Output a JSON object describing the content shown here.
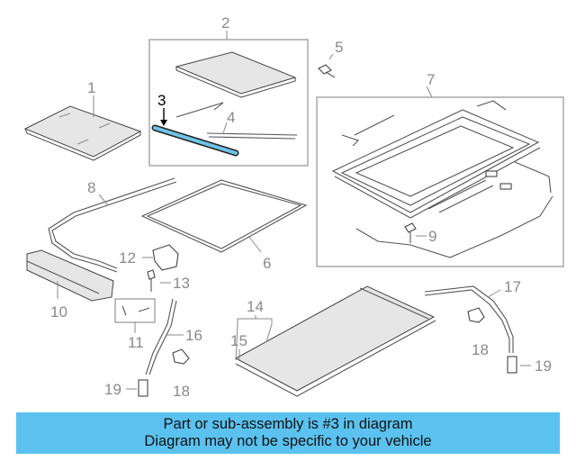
{
  "diagram": {
    "callouts": {
      "c1": "1",
      "c2": "2",
      "c3": "3",
      "c4": "4",
      "c5": "5",
      "c6": "6",
      "c7": "7",
      "c8": "8",
      "c9": "9",
      "c10": "10",
      "c11": "11",
      "c12": "12",
      "c13": "13",
      "c14": "14",
      "c15": "15",
      "c16": "16",
      "c17": "17",
      "c18a": "18",
      "c18b": "18",
      "c19a": "19",
      "c19b": "19"
    },
    "highlighted_part": "3",
    "highlight_color": "#6fc4e8"
  },
  "banner": {
    "line1": "Part or sub-assembly is #3 in diagram",
    "line2": "Diagram may not be specific to your vehicle",
    "background": "#5bc2f0"
  }
}
